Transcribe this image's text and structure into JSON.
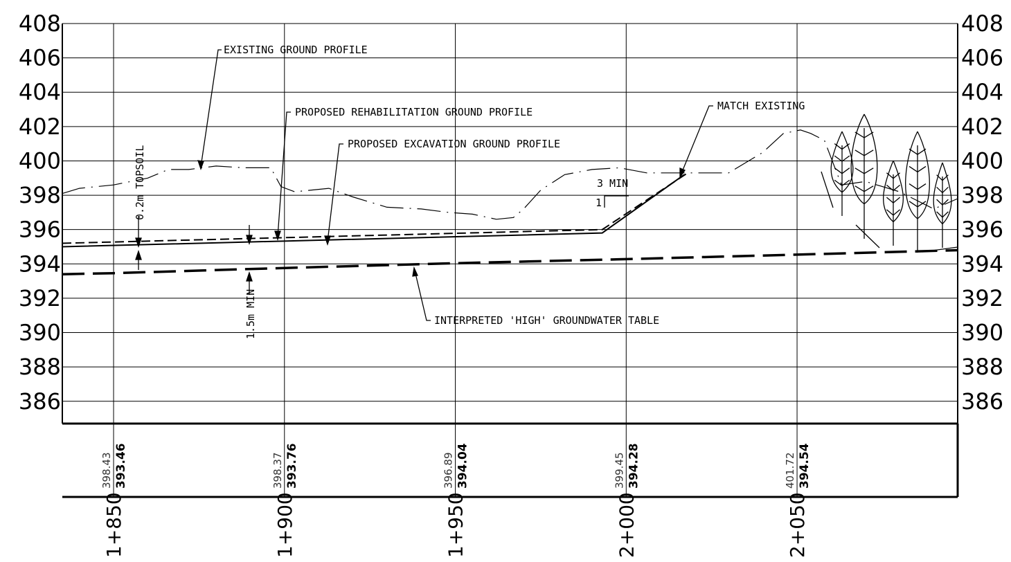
{
  "chart_data": {
    "type": "profile",
    "x_axis": {
      "min": 1835,
      "max": 2097,
      "ticks": [
        1850,
        1900,
        1950,
        2000,
        2050
      ]
    },
    "y_axis": {
      "min": 384.7,
      "max": 408,
      "ticks": [
        408,
        406,
        404,
        402,
        400,
        398,
        396,
        394,
        392,
        390,
        388,
        386
      ],
      "grid": true
    },
    "y_tick_labels": [
      "408",
      "406",
      "404",
      "402",
      "400",
      "398",
      "396",
      "394",
      "392",
      "390",
      "388",
      "386"
    ],
    "station_labels": [
      "1+850",
      "1+900",
      "1+950",
      "2+000",
      "2+050"
    ],
    "table": {
      "existing_elevations": [
        "398.43",
        "398.37",
        "396.89",
        "399.45",
        "401.72"
      ],
      "groundwater_elevations": [
        "393.46",
        "393.76",
        "394.04",
        "394.28",
        "394.54"
      ]
    },
    "series": [
      {
        "name": "EXISTING GROUND PROFILE",
        "style": "dash-dot",
        "points": [
          [
            1835,
            398.1
          ],
          [
            1840,
            398.4
          ],
          [
            1850,
            398.6
          ],
          [
            1860,
            399.0
          ],
          [
            1866,
            399.5
          ],
          [
            1872,
            399.5
          ],
          [
            1880,
            399.7
          ],
          [
            1888,
            399.6
          ],
          [
            1896,
            399.6
          ],
          [
            1899,
            398.5
          ],
          [
            1903,
            398.2
          ],
          [
            1913,
            398.4
          ],
          [
            1920,
            397.9
          ],
          [
            1930,
            397.3
          ],
          [
            1940,
            397.2
          ],
          [
            1948,
            397.0
          ],
          [
            1955,
            396.9
          ],
          [
            1962,
            396.6
          ],
          [
            1967,
            396.7
          ],
          [
            1970,
            397.2
          ],
          [
            1975,
            398.3
          ],
          [
            1982,
            399.2
          ],
          [
            1990,
            399.5
          ],
          [
            1998,
            399.6
          ],
          [
            2006,
            399.3
          ],
          [
            2015,
            399.3
          ],
          [
            2030,
            399.3
          ],
          [
            2040,
            400.5
          ],
          [
            2046,
            401.6
          ],
          [
            2051,
            401.8
          ],
          [
            2054,
            401.6
          ],
          [
            2058,
            401.2
          ],
          [
            2063,
            398.6
          ],
          [
            2070,
            398.8
          ],
          [
            2080,
            398.2
          ],
          [
            2090,
            397.2
          ],
          [
            2097,
            397.8
          ]
        ]
      },
      {
        "name": "PROPOSED REHABILITATION GROUND PROFILE",
        "style": "dashed",
        "points": [
          [
            1835,
            395.2
          ],
          [
            1993,
            396.0
          ],
          [
            2018,
            399.3
          ]
        ]
      },
      {
        "name": "PROPOSED EXCAVATION GROUND PROFILE",
        "style": "solid",
        "points": [
          [
            1835,
            395.0
          ],
          [
            1993,
            395.8
          ],
          [
            2017,
            399.2
          ]
        ]
      },
      {
        "name": "INTERPRETED 'HIGH' GROUNDWATER TABLE",
        "style": "long-dash",
        "points": [
          [
            1835,
            393.4
          ],
          [
            1850,
            393.46
          ],
          [
            1900,
            393.76
          ],
          [
            1950,
            394.04
          ],
          [
            2000,
            394.28
          ],
          [
            2050,
            394.54
          ],
          [
            2097,
            394.8
          ]
        ]
      }
    ],
    "annotations": [
      "EXISTING GROUND PROFILE",
      "PROPOSED REHABILITATION GROUND PROFILE",
      "PROPOSED EXCAVATION GROUND PROFILE",
      "MATCH EXISTING",
      "INTERPRETED 'HIGH' GROUNDWATER TABLE",
      "0.2m TOPSOIL",
      "1.5m MIN",
      "3 MIN",
      "1"
    ]
  },
  "labels": {
    "existing_ground": "EXISTING GROUND PROFILE",
    "rehab": "PROPOSED REHABILITATION GROUND PROFILE",
    "excavation": "PROPOSED EXCAVATION GROUND PROFILE",
    "match": "MATCH EXISTING",
    "groundwater": "INTERPRETED 'HIGH' GROUNDWATER TABLE",
    "topsoil": "0.2m TOPSOIL",
    "min_sep": "1.5m MIN",
    "slope_run": "3 MIN",
    "slope_rise": "1"
  }
}
